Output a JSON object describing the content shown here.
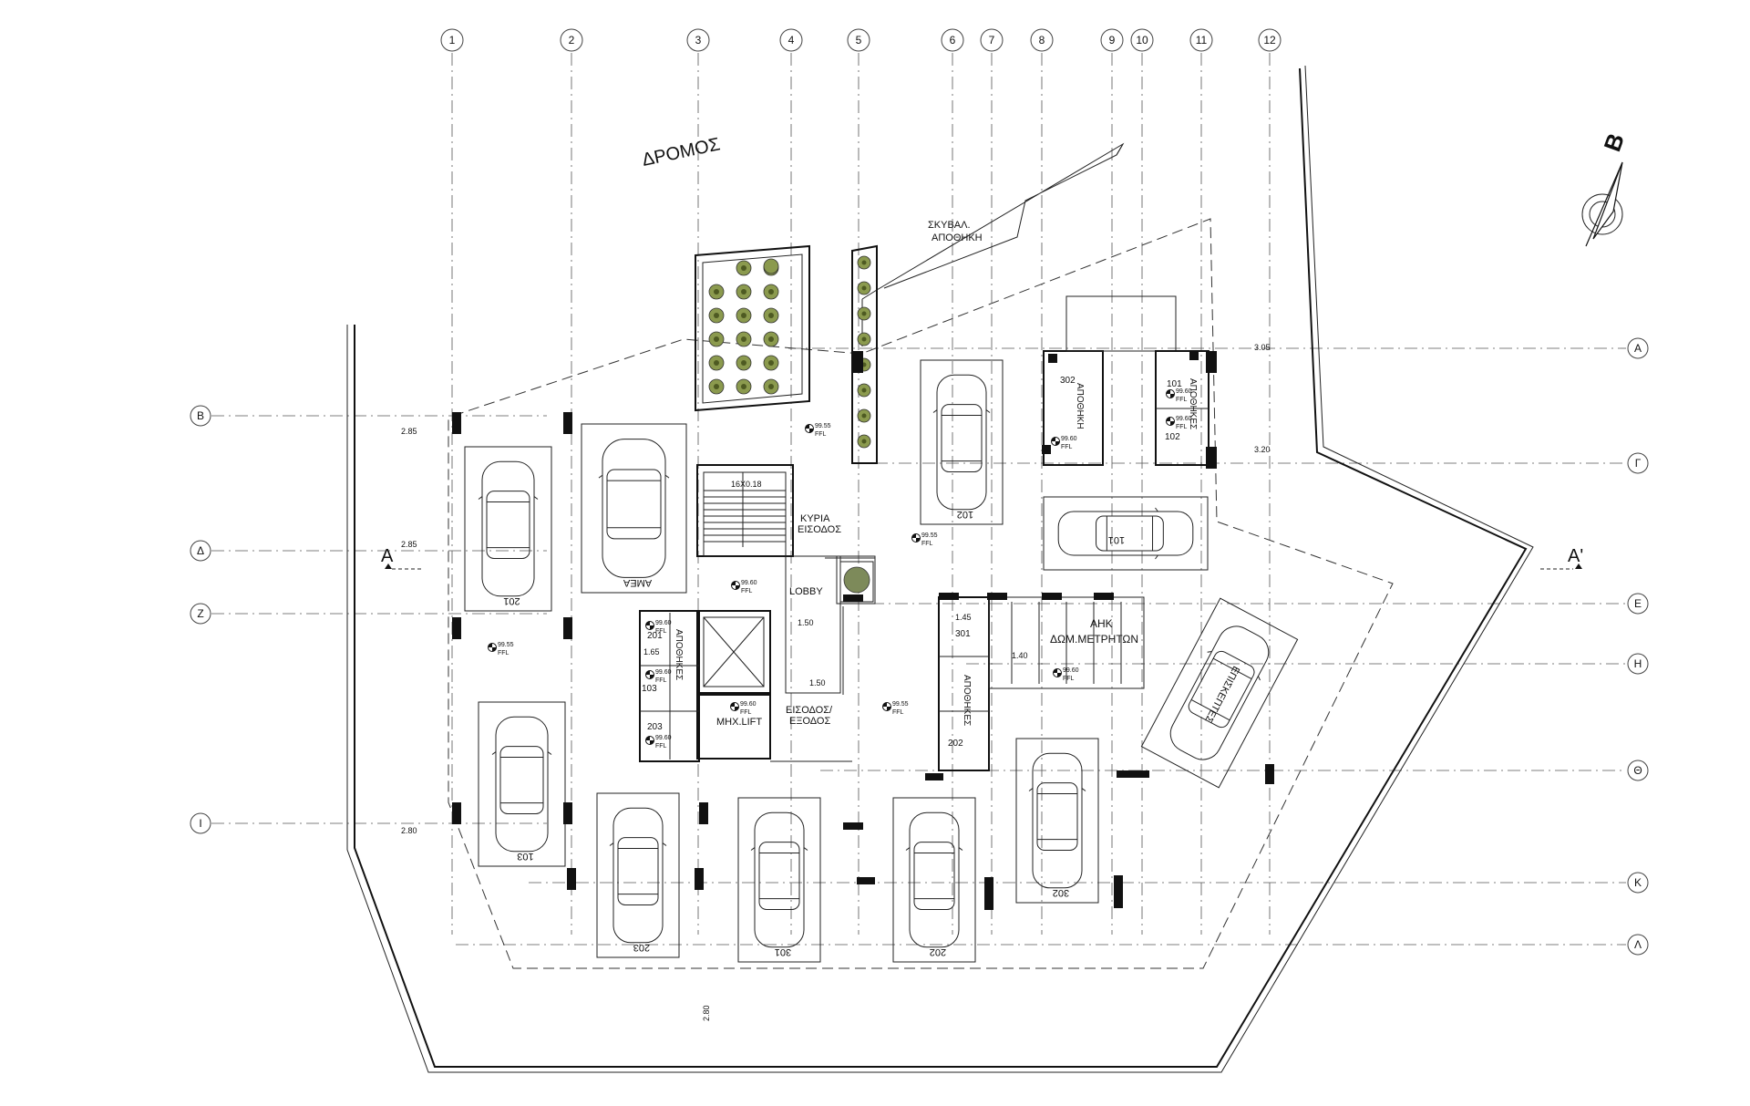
{
  "street": "ΔΡΟΜΟΣ",
  "north": "B",
  "grid_numbers": [
    "1",
    "2",
    "3",
    "4",
    "5",
    "6",
    "7",
    "8",
    "9",
    "10",
    "11",
    "12"
  ],
  "grid_letters_left": [
    "B",
    "Δ",
    "Z",
    "I"
  ],
  "grid_letters_right": [
    "A",
    "Γ",
    "E",
    "H",
    "Θ",
    "K",
    "Λ"
  ],
  "section_left": "A",
  "section_right": "A'",
  "rooms": {
    "waste": "ΣΚΥΒΑΛ.",
    "waste2": "ΑΠΟΘΗΚΗ",
    "stair_dim": "16X0.18",
    "main_entrance": "ΚΥΡΙΑ",
    "main_entrance2": "ΕΙΣΟΔΟΣ",
    "lobby": "LOBBY",
    "lift_room": "ΜΗΧ.LIFT",
    "entry_exit": "ΕΙΣΟΔΟΣ/",
    "entry_exit2": "ΕΞΟΔΟΣ",
    "storage_302": "ΑΠΟΘΗΚΗ",
    "storages": "ΑΠΟΘΗΚΕΣ",
    "meters": "ΔΩΜ.ΜΕΤΡΗΤΩΝ",
    "ahk": "ΑΗΚ",
    "level": "99.55",
    "level2": "99.60",
    "ffl": "FFL"
  },
  "storage_ids": [
    "302",
    "101",
    "102",
    "201",
    "103",
    "203",
    "301",
    "202"
  ],
  "parking": [
    "201",
    "ΑΜΕΑ",
    "102",
    "101",
    "103",
    "203",
    "301",
    "202",
    "302",
    "ΕΠΙΣΚΕΠΤΕΣ"
  ],
  "dims": [
    "2.85",
    "2.85",
    "2.80",
    "3.05",
    "3.20",
    "2.80",
    "1.45",
    "1.50",
    "1.65",
    "1.50",
    "1.40"
  ]
}
